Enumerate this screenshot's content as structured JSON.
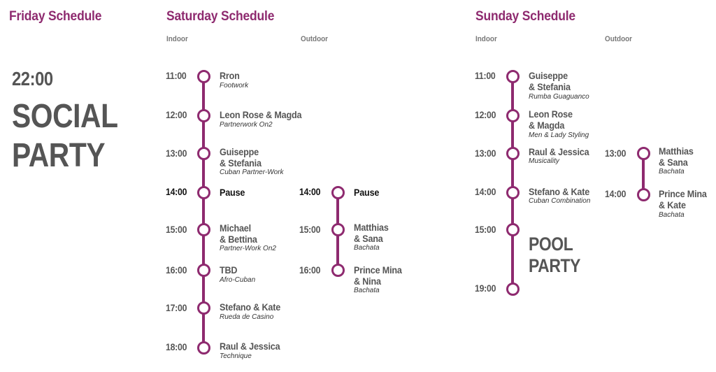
{
  "accent_color": "#8e2a6f",
  "friday": {
    "heading": "Friday Schedule",
    "time": "22:00",
    "event_line1": "SOCIAL",
    "event_line2": "PARTY"
  },
  "saturday": {
    "heading": "Saturday Schedule",
    "indoor_label": "Indoor",
    "outdoor_label": "Outdoor",
    "indoor": [
      {
        "time": "11:00",
        "name": "Rron",
        "desc": "Footwork"
      },
      {
        "time": "12:00",
        "name": "Leon Rose & Magda",
        "desc": "Partnerwork On2"
      },
      {
        "time": "13:00",
        "name": "Guiseppe<br>& Stefania",
        "desc": "Cuban Partner-Work"
      },
      {
        "time": "14:00",
        "name": "Pause",
        "desc": ""
      },
      {
        "time": "15:00",
        "name": "Michael<br>& Bettina",
        "desc": "Partner-Work On2"
      },
      {
        "time": "16:00",
        "name": "TBD",
        "desc": "Afro-Cuban"
      },
      {
        "time": "17:00",
        "name": "Stefano & Kate",
        "desc": "Rueda de Casino"
      },
      {
        "time": "18:00",
        "name": "Raul & Jessica",
        "desc": "Technique"
      }
    ],
    "outdoor": [
      {
        "time": "14:00",
        "name": "Pause",
        "desc": ""
      },
      {
        "time": "15:00",
        "name": "Matthias<br>& Sana",
        "desc": "Bachata"
      },
      {
        "time": "16:00",
        "name": "Prince Mina<br>& Nina",
        "desc": "Bachata"
      }
    ]
  },
  "sunday": {
    "heading": "Sunday Schedule",
    "indoor_label": "Indoor",
    "outdoor_label": "Outdoor",
    "indoor": [
      {
        "time": "11:00",
        "name": "Guiseppe<br>& Stefania",
        "desc": "Rumba Guaguanco"
      },
      {
        "time": "12:00",
        "name": "Leon Rose<br>& Magda",
        "desc": "Men & Lady Styling"
      },
      {
        "time": "13:00",
        "name": "Raul & Jessica",
        "desc": "Musicality"
      },
      {
        "time": "14:00",
        "name": "Stefano & Kate",
        "desc": "Cuban Combination"
      },
      {
        "time": "15:00",
        "name": "",
        "desc": ""
      },
      {
        "time": "19:00",
        "name": "",
        "desc": ""
      }
    ],
    "pool_line1": "POOL",
    "pool_line2": "PARTY",
    "outdoor": [
      {
        "time": "13:00",
        "name": "Matthias<br>& Sana",
        "desc": "Bachata"
      },
      {
        "time": "14:00",
        "name": "Prince Mina<br>& Kate",
        "desc": "Bachata"
      }
    ]
  }
}
